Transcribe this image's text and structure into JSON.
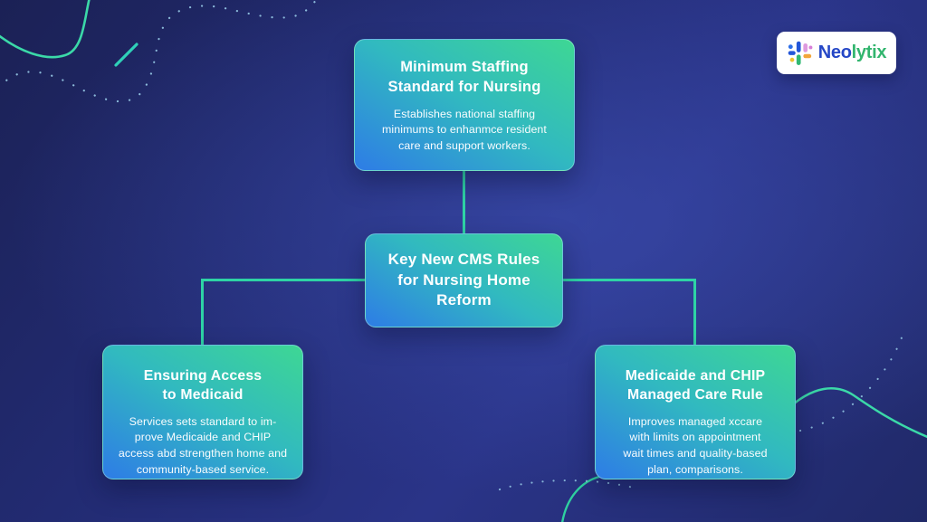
{
  "logo": {
    "brand_prefix": "Neo",
    "brand_suffix": "lytix",
    "prefix_color": "#2547c6",
    "suffix_color": "#32b56e"
  },
  "diagram": {
    "center": {
      "title": "Key New CMS Rules\nfor Nursing Home\nReform"
    },
    "top": {
      "title": "Minimum Staffing\nStandard for Nursing",
      "body": "Establishes national staffing\nminimums to enhanmce resident\ncare and support workers."
    },
    "left": {
      "title": "Ensuring Access\nto Medicaid",
      "body": "Services sets standard to im-\nprove Medicaide and CHIP\naccess abd strengthen home and\ncommunity-based service."
    },
    "right": {
      "title": "Medicaide and CHIP\nManaged Care Rule",
      "body": "Improves managed xccare\nwith limits on appointment\nwait times and quality-based\nplan, comparisons."
    }
  },
  "colors": {
    "background_base": "#222b72",
    "node_gradient_start": "#3ed794",
    "node_gradient_end": "#2e7ce6",
    "connector": "#2ed3a5",
    "decorative_line": "#3bd9a8",
    "dot_trail": "#9fd4ee"
  }
}
